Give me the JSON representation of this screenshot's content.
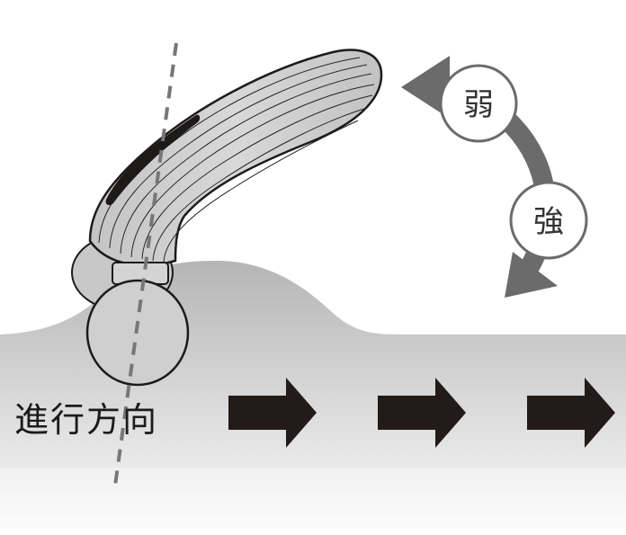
{
  "labels": {
    "weak": "弱",
    "strong": "強",
    "direction": "進行方向"
  },
  "colors": {
    "background": "#ffffff",
    "skin_top": "#b9b9b9",
    "skin_bottom": "#f7f7f7",
    "device_body": "#cfcfcf",
    "device_outline": "#1e1a1a",
    "curved_arrow": "#6b6b6b",
    "motion_arrow": "#221b19",
    "dashed_axis": "#777777"
  },
  "icons": {
    "direction_arrows": [
      "arrow-right-icon",
      "arrow-right-icon",
      "arrow-right-icon"
    ],
    "adjust_arrow": "curved-double-arrow-icon"
  }
}
